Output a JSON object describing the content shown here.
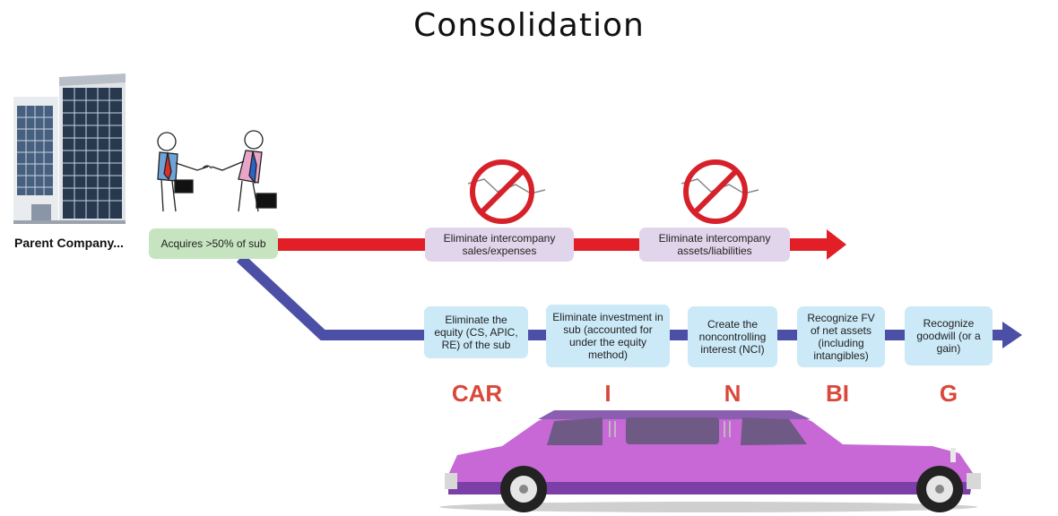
{
  "title": "Consolidation",
  "parent_label": "Parent Company...",
  "acquire_label": "Acquires >50% of sub",
  "top_path": [
    "Eliminate intercompany sales/expenses",
    "Eliminate intercompany assets/liabilities"
  ],
  "bottom_path": [
    "Eliminate the equity (CS, APIC, RE) of the sub",
    "Eliminate investment in sub (accounted for under the equity method)",
    "Create the noncontrolling interest (NCI)",
    "Recognize FV of net assets (including intangibles)",
    "Recognize goodwill (or a gain)"
  ],
  "mnemonic": [
    "CAR",
    "I",
    "N",
    "BI",
    "G"
  ],
  "colors": {
    "red_arrow": "#e21f26",
    "blue_arrow": "#4b4fa6",
    "letters": "#d9483a",
    "limo": "#c768d6"
  },
  "icons": [
    "office-building-icon",
    "handshake-icon",
    "no-symbol-icon",
    "limousine-icon"
  ]
}
